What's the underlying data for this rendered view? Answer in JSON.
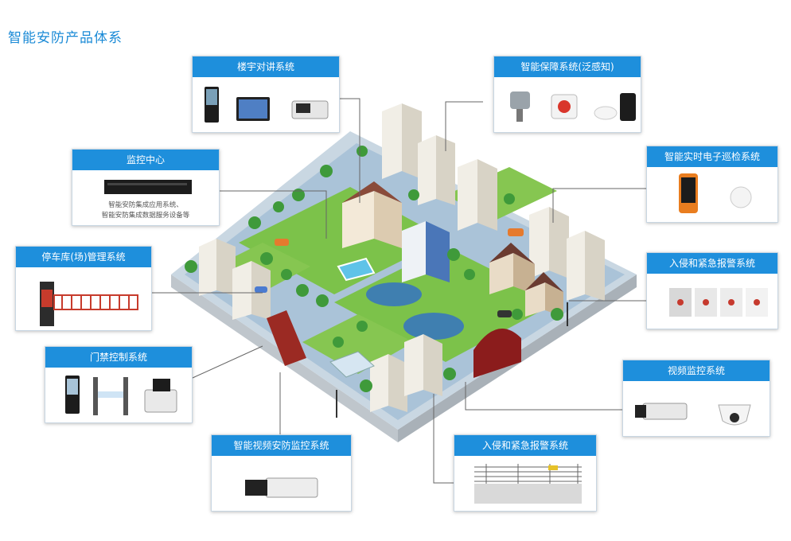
{
  "page": {
    "title": "智能安防产品体系"
  },
  "systems": {
    "intercom": {
      "title": "楼宇对讲系统"
    },
    "guarantee": {
      "title": "智能保障系统(泛感知)"
    },
    "control_center": {
      "title": "监控中心",
      "desc_line1": "智能安防集成应用系统、",
      "desc_line2": "智能安防集成数据服务设备等"
    },
    "patrol": {
      "title": "智能实时电子巡检系统"
    },
    "parking": {
      "title": "停车库(场)管理系统"
    },
    "intrusion_right": {
      "title": "入侵和紧急报警系统"
    },
    "access": {
      "title": "门禁控制系统"
    },
    "video_monitor": {
      "title": "视频监控系统"
    },
    "smart_video": {
      "title": "智能视频安防监控系统"
    },
    "intrusion_bottom": {
      "title": "入侵和紧急报警系统"
    }
  },
  "colors": {
    "accent": "#1e8fdc",
    "title": "#1a8ad6",
    "grass": "#7cc24a",
    "road": "#a9c3d9",
    "water": "#3f7fb0"
  }
}
